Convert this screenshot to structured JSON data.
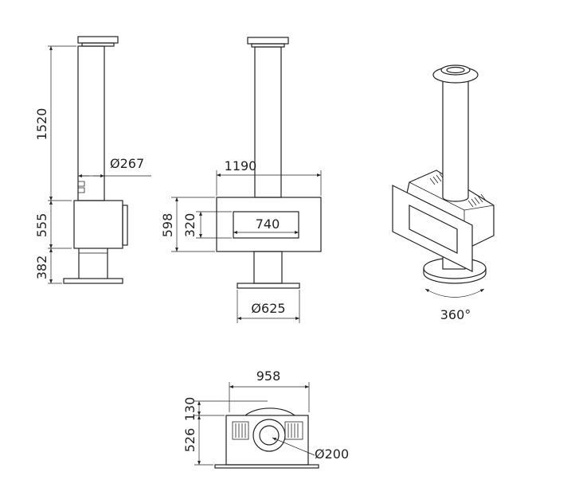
{
  "dimensions": {
    "side_flue_height": "1520",
    "side_body_height": "555",
    "side_base_height": "382",
    "flue_diameter": "Ø267",
    "front_width": "1190",
    "front_height": "598",
    "window_height": "320",
    "window_width": "740",
    "base_diameter": "Ø625",
    "rotation": "360°",
    "top_width": "958",
    "top_offset": "130",
    "top_depth": "526",
    "outlet_diameter": "Ø200"
  }
}
